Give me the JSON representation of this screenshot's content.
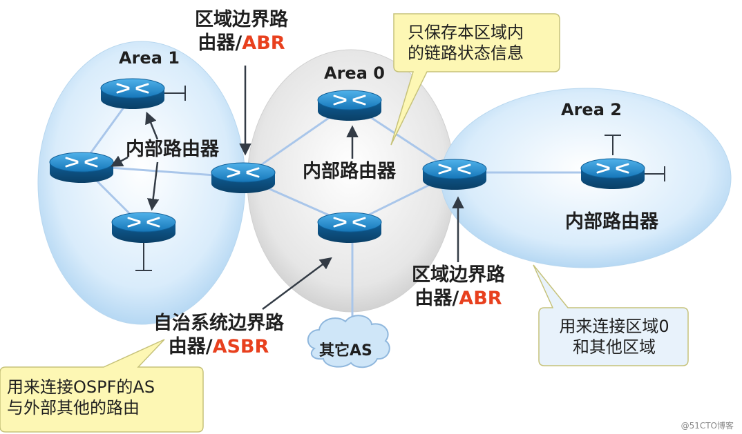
{
  "areas": {
    "area1": "Area 1",
    "area0": "Area 0",
    "area2": "Area 2"
  },
  "labels": {
    "abr_top_line1": "区域边界路",
    "abr_top_line2_prefix": "由器/",
    "abr_top_line2_red": "ABR",
    "internal_area1": "内部路由器",
    "internal_area0": "内部路由器",
    "internal_area2": "内部路由器",
    "abr_right_line1": "区域边界路",
    "abr_right_line2_prefix": "由器/",
    "abr_right_line2_red": "ABR",
    "asbr_line1": "自治系统边界路",
    "asbr_line2_prefix": "由器/",
    "asbr_line2_red": "ASBR",
    "other_as": "其它AS"
  },
  "notes": {
    "top_line1": "只保存本区域内",
    "top_line2": "的链路状态信息",
    "right_line1": "用来连接区域0",
    "right_line2": "和其他区域",
    "left_line1": "用来连接OSPF的AS",
    "left_line2": "与外部其他的路由"
  },
  "watermark": "@51CTO博客",
  "colors": {
    "area_fill": "#cfe6f8",
    "backbone_fill": "#e3e3e3",
    "link": "#a9c6ea",
    "arrow": "#333b45",
    "router_blue": "#1a84c7",
    "callout_fill": "#fdf7b4",
    "callout_fill_blue": "#e8f2fb",
    "accent_red": "#e8401e"
  }
}
